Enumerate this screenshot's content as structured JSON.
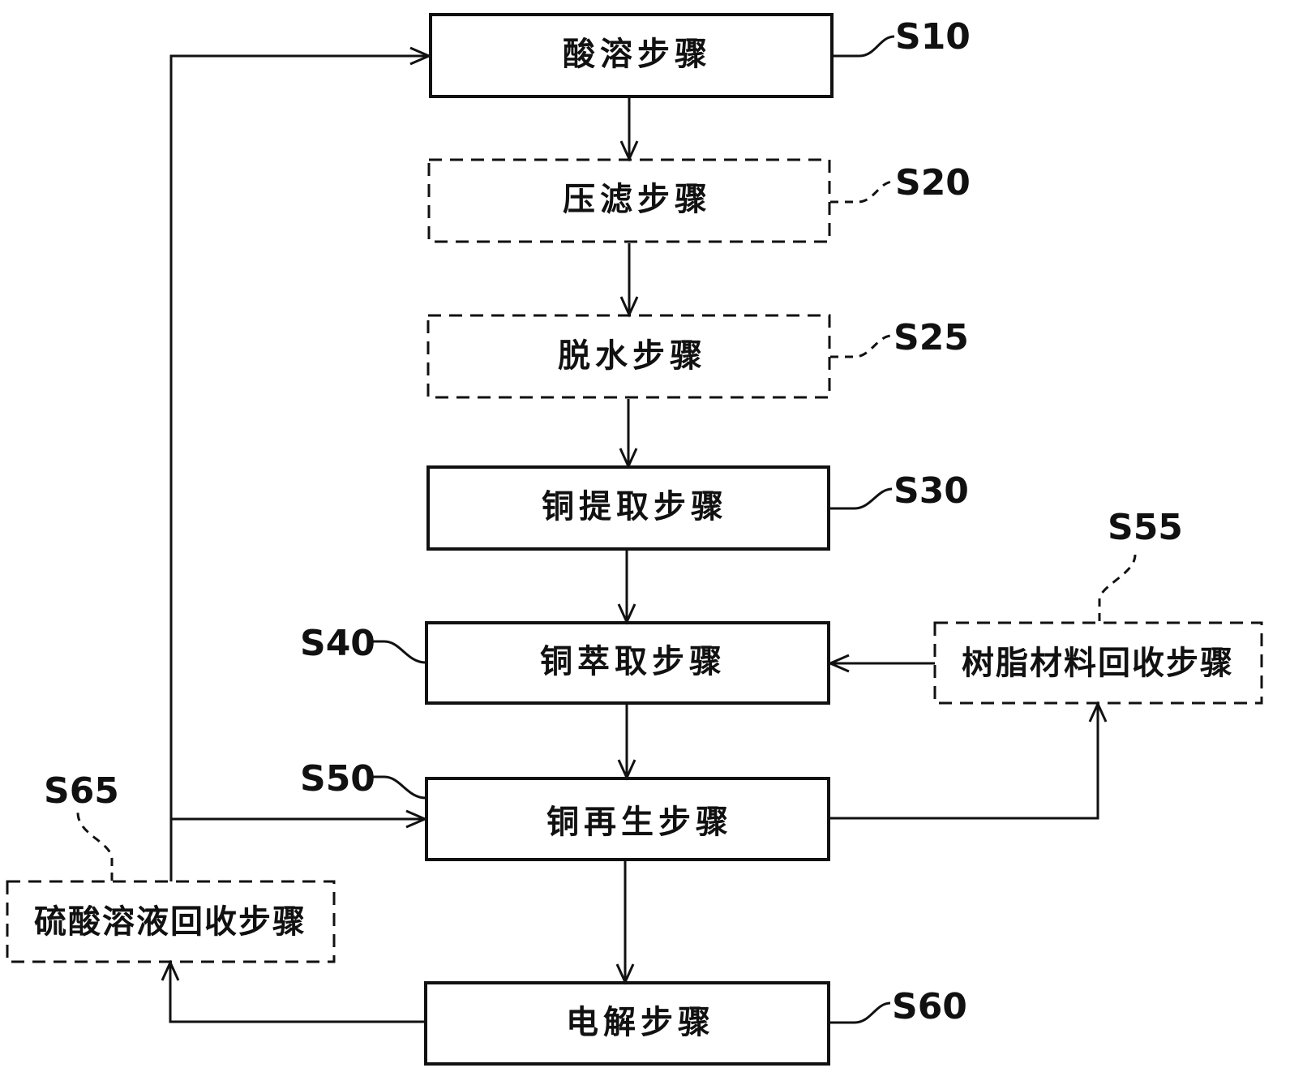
{
  "steps": {
    "s10": {
      "label": "酸溶步骤",
      "ref": "S10",
      "style": "solid"
    },
    "s20": {
      "label": "压滤步骤",
      "ref": "S20",
      "style": "dashed"
    },
    "s25": {
      "label": "脱水步骤",
      "ref": "S25",
      "style": "dashed"
    },
    "s30": {
      "label": "铜提取步骤",
      "ref": "S30",
      "style": "solid"
    },
    "s40": {
      "label": "铜萃取步骤",
      "ref": "S40",
      "style": "solid"
    },
    "s50": {
      "label": "铜再生步骤",
      "ref": "S50",
      "style": "solid"
    },
    "s55": {
      "label": "树脂材料回收步骤",
      "ref": "S55",
      "style": "dashed"
    },
    "s60": {
      "label": "电解步骤",
      "ref": "S60",
      "style": "solid"
    },
    "s65": {
      "label": "硫酸溶液回收步骤",
      "ref": "S65",
      "style": "dashed"
    }
  },
  "colors": {
    "line": "#111111",
    "background": "#ffffff"
  }
}
